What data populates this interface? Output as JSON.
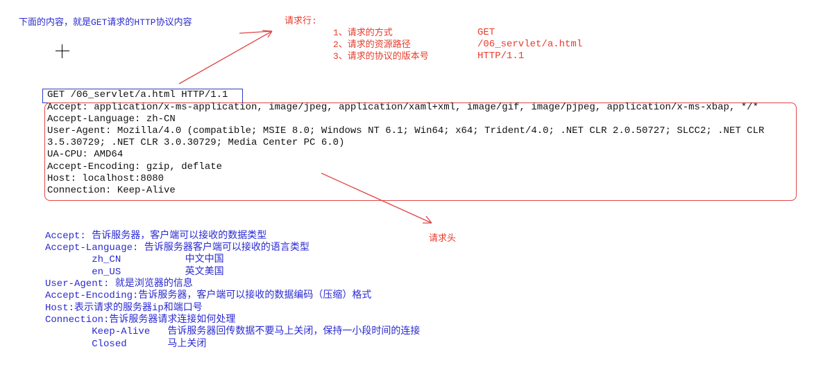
{
  "intro": "下面的内容，就是GET请求的HTTP协议内容",
  "request_line_note": {
    "title": "请求行:",
    "items": [
      {
        "label": "1、请求的方式",
        "value": "GET"
      },
      {
        "label": "2、请求的资源路径",
        "value": "/06_servlet/a.html"
      },
      {
        "label": "3、请求的协议的版本号",
        "value": "HTTP/1.1"
      }
    ]
  },
  "request_line": "GET /06_servlet/a.html HTTP/1.1",
  "headers": [
    "Accept: application/x-ms-application, image/jpeg, application/xaml+xml, image/gif, image/pjpeg, application/x-ms-xbap, */*",
    "Accept-Language: zh-CN",
    "User-Agent: Mozilla/4.0 (compatible; MSIE 8.0; Windows NT 6.1; Win64; x64; Trident/4.0; .NET CLR 2.0.50727; SLCC2; .NET CLR",
    "3.5.30729; .NET CLR 3.0.30729; Media Center PC 6.0)",
    "UA-CPU: AMD64",
    "Accept-Encoding: gzip, deflate",
    "Host: localhost:8080",
    "Connection: Keep-Alive"
  ],
  "headers_note": "请求头",
  "explanations": [
    "Accept: 告诉服务器，客户端可以接收的数据类型",
    "Accept-Language: 告诉服务器客户端可以接收的语言类型",
    "        zh_CN           中文中国",
    "        en_US           英文美国",
    "User-Agent: 就是浏览器的信息",
    "Accept-Encoding:告诉服务器，客户端可以接收的数据编码（压缩）格式",
    "Host:表示请求的服务器ip和端口号",
    "Connection:告诉服务器请求连接如何处理",
    "        Keep-Alive   告诉服务器回传数据不要马上关闭，保持一小段时间的连接",
    "        Closed       马上关闭"
  ],
  "colors": {
    "blue": "#2a2ad0",
    "red": "#e83a2a"
  }
}
